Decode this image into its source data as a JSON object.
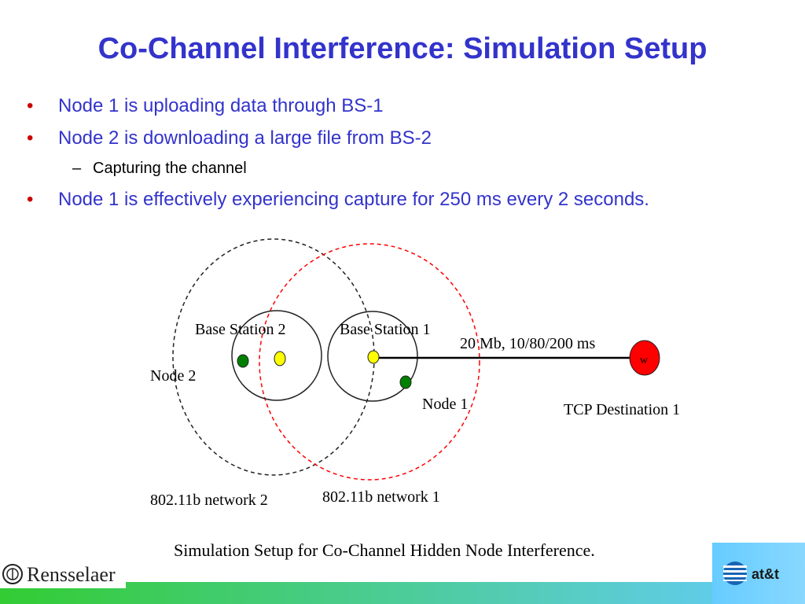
{
  "slide": {
    "title": "Co-Channel Interference: Simulation Setup",
    "bullets": [
      "Node 1 is uploading data through BS-1",
      "Node 2 is downloading a large file from BS-2",
      "Node 1 is effectively experiencing capture for 250 ms every 2 seconds."
    ],
    "sub_bullet": "Capturing the channel",
    "bullet_marker": "•",
    "sub_marker": "–"
  },
  "diagram": {
    "labels": {
      "base_station_2": "Base Station 2",
      "base_station_1": "Base Station 1",
      "node_2": "Node 2",
      "node_1": "Node 1",
      "link": "20 Mb, 10/80/200 ms",
      "destination_marker": "w",
      "tcp_destination": "TCP Destination 1",
      "network_2": "802.11b network 2",
      "network_1": "802.11b network 1"
    },
    "caption": "Simulation Setup for Co-Channel Hidden Node Interference."
  },
  "footer": {
    "left_logo_text": "Rensselaer",
    "right_logo_text": "at&t"
  },
  "colors": {
    "title": "#3333cc",
    "bullet_text": "#3333cc",
    "bullet_marker": "#cc0000",
    "sub_text": "#000000",
    "red_circle": "#ff0000",
    "node_green": "#008000",
    "station_yellow": "#ffff00",
    "destination_red": "#ff0000",
    "footer_gradient_start": "#33cc33",
    "footer_gradient_end": "#66ccff"
  }
}
